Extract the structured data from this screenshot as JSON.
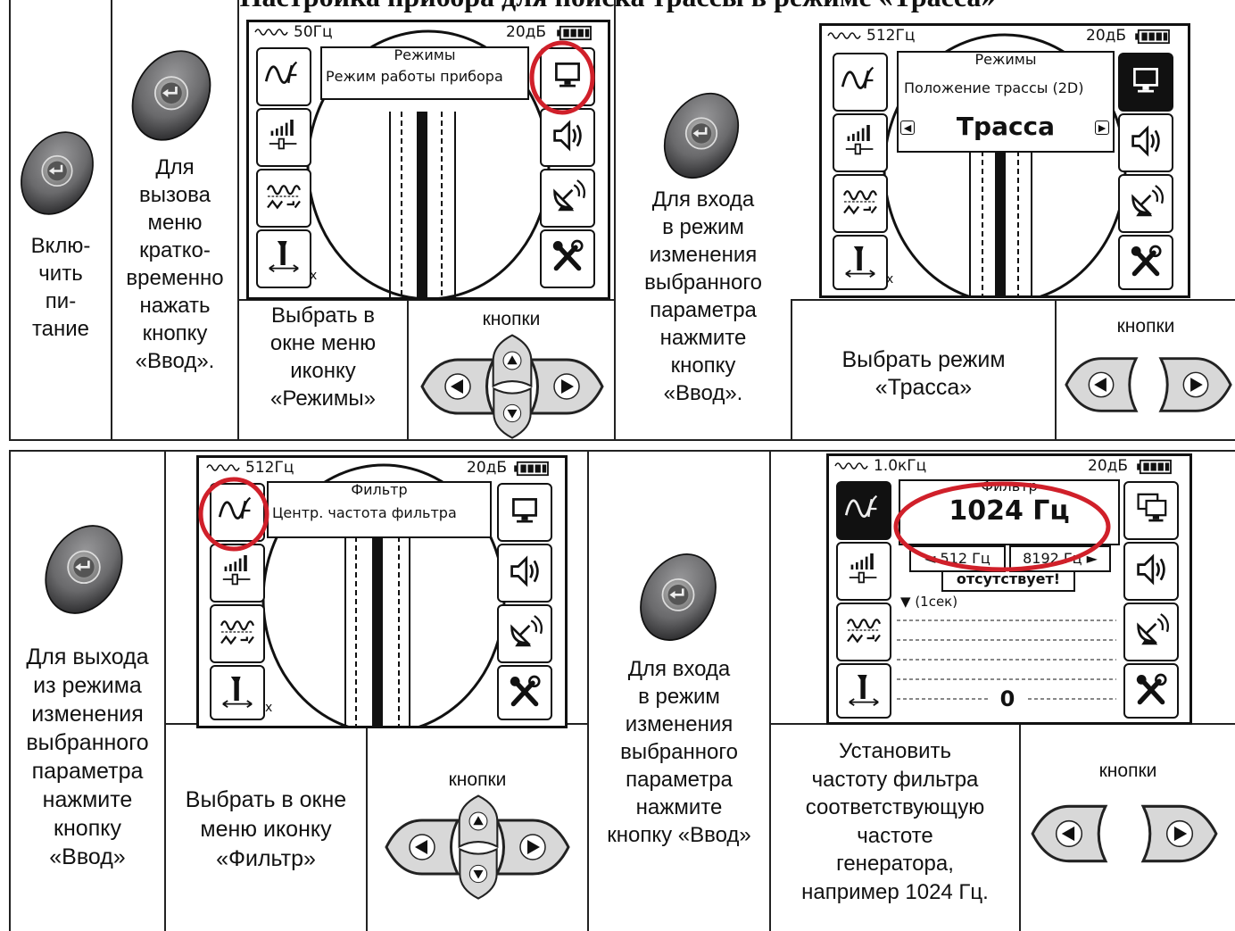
{
  "title": "Настройка прибора для поиска трассы в режиме «Трасса»",
  "icons": [
    "enter-button-icon",
    "arrow-keypad-icon",
    "left-right-keys-icon",
    "filter-icon",
    "signal-level-icon",
    "waveform-icon",
    "probe-icon",
    "display-icon",
    "speaker-icon",
    "antenna-icon",
    "tools-icon"
  ],
  "colors": {
    "highlight_circle": "#d0202a",
    "screen_bg": "#ffffff",
    "button_gray": "#6e6e70"
  },
  "row1": {
    "col1": [
      "Вклю-",
      "чить",
      "пи-",
      "тание"
    ],
    "col2": [
      "Для",
      "вызова",
      "меню",
      "кратко-",
      "временно",
      "нажать",
      "кнопку",
      "«Ввод»."
    ],
    "step3": [
      "Выбрать в",
      "окне меню",
      "иконку",
      "«Режимы»"
    ],
    "keys_label": "кнопки",
    "col4": [
      "Для входа",
      "в режим",
      "изменения",
      "выбранного",
      "параметра",
      "нажмите",
      "кнопку",
      "«Ввод»."
    ],
    "step5": [
      "Выбрать режим",
      "«Трасса»"
    ],
    "keys_label2": "кнопки",
    "screen1": {
      "freq": "50Гц",
      "gain": "20дБ",
      "menu_title": "Режимы",
      "menu_text": "Режим работы прибора",
      "corner": "x"
    },
    "screen2": {
      "freq": "512Гц",
      "gain": "20дБ",
      "menu_title": "Режимы",
      "menu_text": "Положение трассы (2D)",
      "value": "Трасса",
      "corner": "x"
    }
  },
  "row2": {
    "col1": [
      "Для выхода",
      "из режима",
      "изменения",
      "выбранного",
      "параметра",
      "нажмите",
      "кнопку",
      "«Ввод»"
    ],
    "step2": [
      "Выбрать в окне",
      "меню иконку",
      "«Фильтр»"
    ],
    "keys_label": "кнопки",
    "col3": [
      "Для входа",
      "в режим",
      "изменения",
      "выбранного",
      "параметра",
      "нажмите",
      "кнопку «Ввод»"
    ],
    "step4": [
      "Установить",
      "частоту фильтра",
      "соответствующую",
      "частоте",
      "генератора,",
      "например 1024 Гц."
    ],
    "keys_label2": "кнопки",
    "screen3": {
      "freq": "512Гц",
      "gain": "20дБ",
      "menu_title": "Фильтр",
      "menu_text": "Центр. частота фильтра",
      "corner": "x"
    },
    "screen4": {
      "freq": "1.0кГц",
      "gain": "20дБ",
      "menu_title": "Фильтр",
      "value": "1024 Гц",
      "left": "512 Гц",
      "right": "8192 Гц",
      "warning": "отсутствует!",
      "timer": "(1сек)",
      "number": "0"
    }
  }
}
